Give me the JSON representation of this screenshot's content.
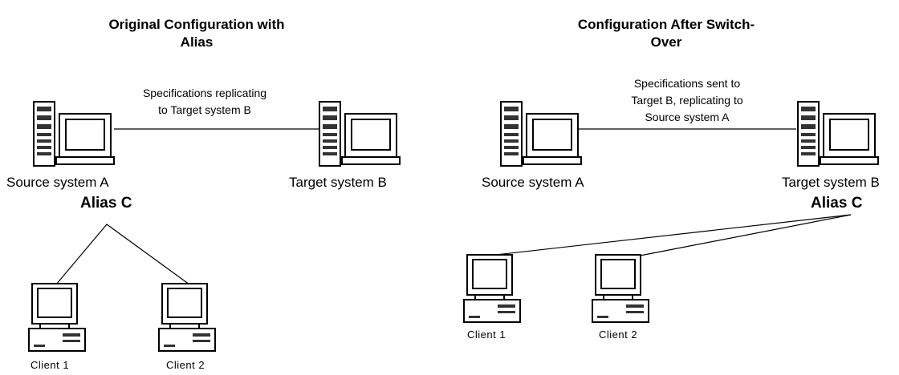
{
  "left": {
    "title_line1": "Original Configuration with",
    "title_line2": "Alias",
    "link_note_line1": "Specifications replicating",
    "link_note_line2": "to Target system  B",
    "source_label": "Source system A",
    "target_label": "Target system B",
    "alias_label": "Alias C",
    "client1_label": "Client 1",
    "client2_label": "Client 2"
  },
  "right": {
    "title_line1": "Configuration After Switch-",
    "title_line2": "Over",
    "link_note_line1": "Specifications sent  to",
    "link_note_line2": "Target B, replicating to",
    "link_note_line3": "Source system A",
    "source_label": "Source system A",
    "target_label": "Target system B",
    "alias_label": "Alias C",
    "client1_label": "Client 1",
    "client2_label": "Client 2"
  },
  "icons": {
    "server": "server-workstation-icon",
    "client": "desktop-client-icon"
  },
  "colors": {
    "line": "#000000",
    "background": "#ffffff"
  }
}
